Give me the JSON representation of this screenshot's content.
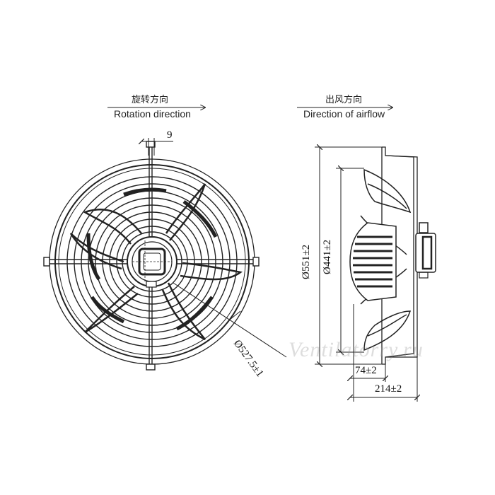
{
  "front_view": {
    "rotation_label_cn": "旋转方向",
    "rotation_label_en": "Rotation direction",
    "bracket_width": "9",
    "guard_diameter": "Ø527.5±1"
  },
  "side_view": {
    "airflow_label_cn": "出风方向",
    "airflow_label_en": "Direction of airflow",
    "outer_diameter": "Ø551±2",
    "inner_diameter": "Ø441±2",
    "motor_depth": "74±2",
    "total_depth": "214±2"
  },
  "watermark": "Ventilatorry.ru",
  "colors": {
    "line": "#222222",
    "watermark": "#9a9a9a"
  }
}
